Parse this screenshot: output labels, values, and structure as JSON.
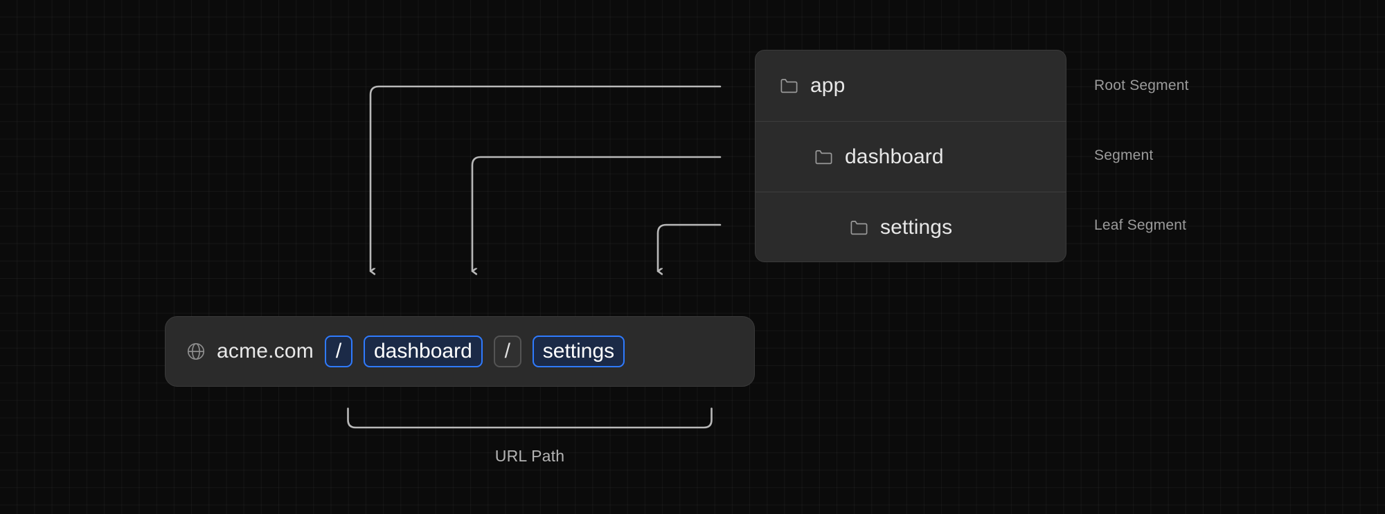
{
  "colors": {
    "background": "#0b0b0b",
    "grid_line": "#1b1b1b",
    "card_bg": "#2b2b2b",
    "card_border": "#3a3a3a",
    "divider": "#3d3d3d",
    "text_primary": "#e8e8e8",
    "text_muted": "#9b9b9b",
    "accent_blue": "#2f7bff",
    "pill_blue_bg": "#1b2a47",
    "pill_dim_bg": "#303030",
    "pill_dim_border": "#545454",
    "connector": "#b9b9b9"
  },
  "tree_card": {
    "rows": [
      {
        "label": "app",
        "icon": "folder-icon",
        "depth": 1,
        "annotation": "Root Segment"
      },
      {
        "label": "dashboard",
        "icon": "folder-icon",
        "depth": 2,
        "annotation": "Segment"
      },
      {
        "label": "settings",
        "icon": "folder-icon",
        "depth": 3,
        "annotation": "Leaf Segment"
      }
    ]
  },
  "annotations": {
    "root": "Root Segment",
    "segment": "Segment",
    "leaf": "Leaf Segment"
  },
  "url_bar": {
    "globe_icon": "globe-icon",
    "host": "acme.com",
    "tokens": [
      {
        "text": "/",
        "kind": "separator",
        "style": "highlight"
      },
      {
        "text": "dashboard",
        "kind": "segment",
        "style": "highlight"
      },
      {
        "text": "/",
        "kind": "separator",
        "style": "dim"
      },
      {
        "text": "settings",
        "kind": "segment",
        "style": "highlight"
      }
    ]
  },
  "brace": {
    "label": "URL Path"
  }
}
